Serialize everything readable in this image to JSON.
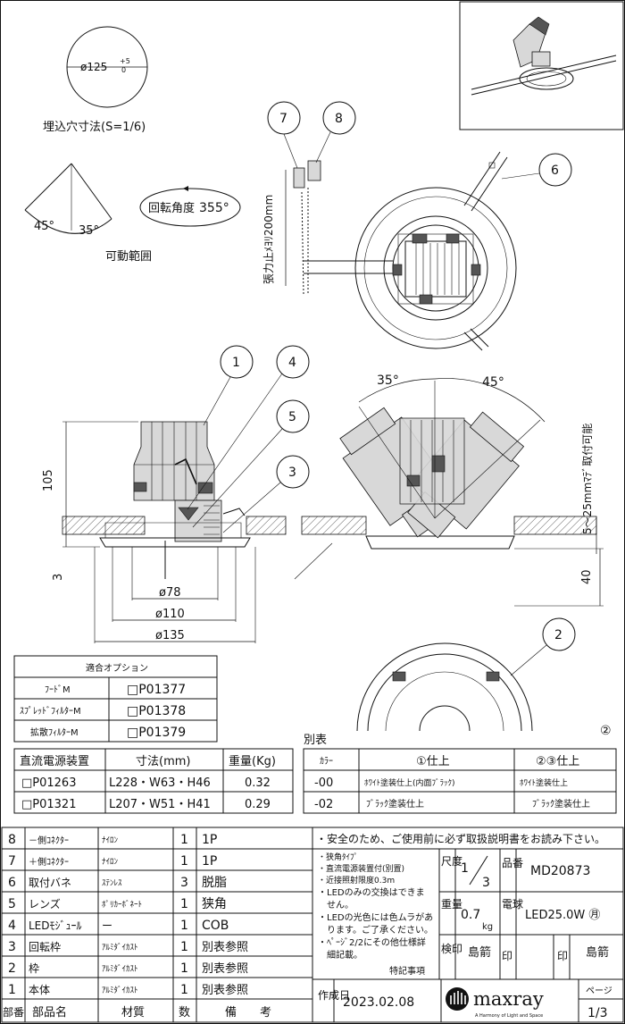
{
  "drawing": {
    "cutout": {
      "diameter": "ø125",
      "tolerance_plus": "+5",
      "tolerance_minus": "0",
      "caption": "埋込穴寸法(S=1/6)"
    },
    "movable": {
      "left_angle": "45°",
      "right_angle": "35°",
      "caption": "可動範囲"
    },
    "rotation": {
      "label": "回転角度",
      "value": "355°"
    },
    "balloons": {
      "b1": "1",
      "b2": "2",
      "b3": "3",
      "b4": "4",
      "b5": "5",
      "b6": "6",
      "b7": "7",
      "b8": "8",
      "sheet_mark": "②"
    },
    "dims": {
      "height": "105",
      "flange": "3",
      "d78": "ø78",
      "d110": "ø110",
      "d135": "ø135",
      "tilt_left": "35°",
      "tilt_right": "45°",
      "ceiling_range": "5～25mmﾏﾃﾞ取付可能",
      "depth": "40",
      "wire_length": "張力止ﾒﾖﾘ200mm"
    }
  },
  "options_table": {
    "title": "適合オプション",
    "rows": [
      {
        "name": "ﾌｰﾄﾞM",
        "code": "□P01377"
      },
      {
        "name": "ｽﾌﾟﾚｯﾄﾞﾌｨﾙﾀｰM",
        "code": "□P01378"
      },
      {
        "name": "拡散ﾌｨﾙﾀｰM",
        "code": "□P01379"
      }
    ]
  },
  "power_table": {
    "headers": [
      "直流電源装置",
      "寸法(mm)",
      "重量(Kg)"
    ],
    "rows": [
      [
        "□P01263",
        "L228・W63・H46",
        "0.32"
      ],
      [
        "□P01321",
        "L207・W51・H41",
        "0.29"
      ]
    ]
  },
  "finish_table": {
    "caption": "別表",
    "headers": [
      "ｶﾗｰ",
      "①仕上",
      "②③仕上"
    ],
    "rows": [
      [
        "-00",
        "ﾎﾜｲﾄ塗装仕上(内面ﾌﾞﾗｯｸ)",
        "ﾎﾜｲﾄ塗装仕上"
      ],
      [
        "-02",
        "ﾌﾞﾗｯｸ塗装仕上",
        "ﾌﾞﾗｯｸ塗装仕上"
      ]
    ]
  },
  "parts": {
    "rows": [
      [
        "8",
        "－側ｺﾈｸﾀｰ",
        "ﾅｲﾛﾝ",
        "1",
        "1P"
      ],
      [
        "7",
        "＋側ｺﾈｸﾀｰ",
        "ﾅｲﾛﾝ",
        "1",
        "1P"
      ],
      [
        "6",
        "取付バネ",
        "ｽﾃﾝﾚｽ",
        "3",
        "脱脂"
      ],
      [
        "5",
        "レンズ",
        "ﾎﾟﾘｶｰﾎﾞﾈｰﾄ",
        "1",
        "狭角"
      ],
      [
        "4",
        "LEDﾓｼﾞｭｰﾙ",
        "ー",
        "1",
        "COB"
      ],
      [
        "3",
        "回転枠",
        "ｱﾙﾐﾀﾞｲｶｽﾄ",
        "1",
        "別表参照"
      ],
      [
        "2",
        "枠",
        "ｱﾙﾐﾀﾞｲｶｽﾄ",
        "1",
        "別表参照"
      ],
      [
        "1",
        "本体",
        "ｱﾙﾐﾀﾞｲｶｽﾄ",
        "1",
        "別表参照"
      ]
    ],
    "footer": [
      "部番",
      "部品名",
      "材質",
      "数",
      "備　　考"
    ]
  },
  "title_block": {
    "safety": "・安全のため、ご使用前に必ず取扱説明書をお読み下さい。",
    "notes": [
      "・狭角ﾀｲﾌﾟ",
      "・直流電源装置付(別置)",
      "・近接照射限度0.3m",
      "・LEDのみの交換はできま",
      "　せん。",
      "・LEDの光色には色ムラがあ",
      "　ります。ご了承ください。",
      "・ﾍﾟｰｼﾞ2/2にその他仕様詳",
      "　細記載。"
    ],
    "notes_caption": "特記事項",
    "scale_label": "尺度",
    "scale_num": "1",
    "scale_den": "3",
    "model_label": "品番",
    "model": "MD20873",
    "weight_label": "重量",
    "weight": "0.7",
    "weight_unit": "kg",
    "lamp_label": "電球",
    "lamp": "LED25.0W ㊊",
    "inspect_label": "検印",
    "inspector": "島箭",
    "stamp": "印",
    "stamp2": "印",
    "designer": "島箭",
    "created_label": "作成日",
    "date": "2023.02.08",
    "brand": "maxray",
    "tagline": "A Harmony of Light and Space",
    "page_label": "ページ",
    "page": "1/3"
  }
}
